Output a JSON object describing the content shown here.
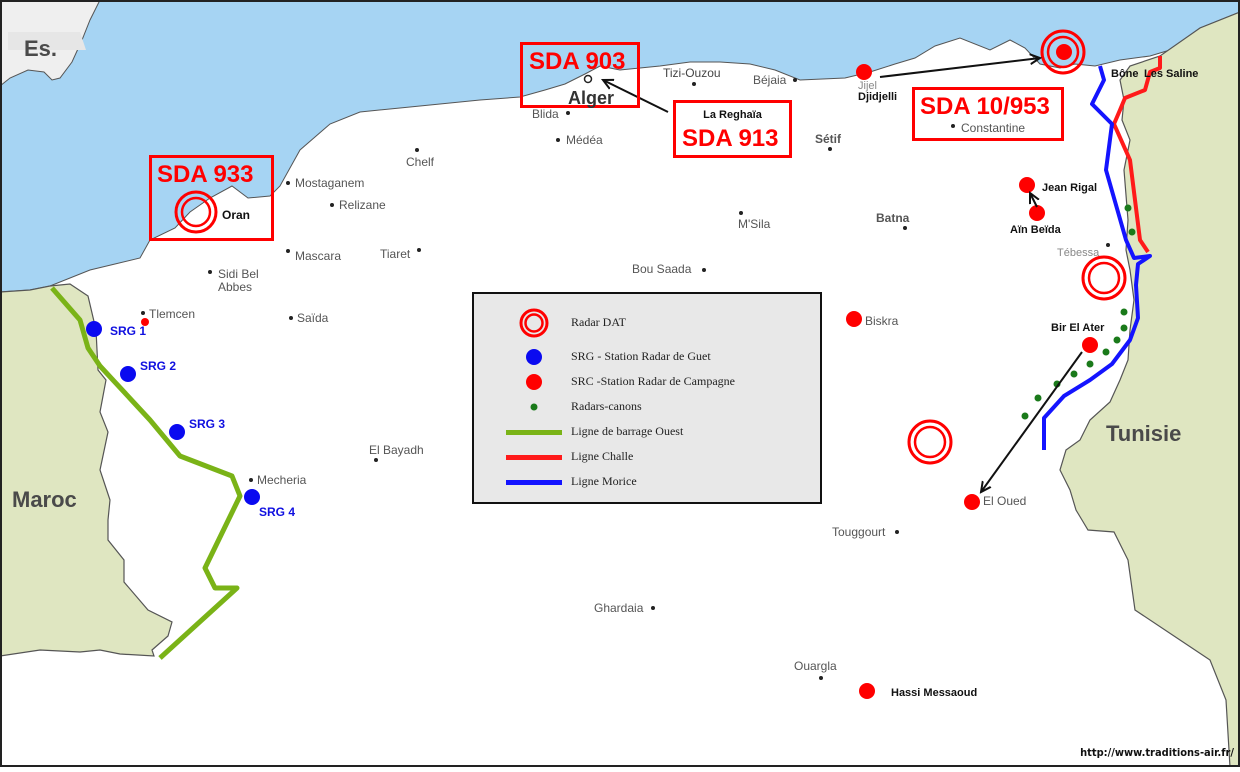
{
  "map": {
    "countries": {
      "spain": "Es.",
      "morocco": "Maroc",
      "tunisia": "Tunisie"
    },
    "colors": {
      "sea": "#a6d4f3",
      "land_algeria": "#ffffff",
      "land_neighbor": "#dfe6c1",
      "radar_red": "#ff0000",
      "srg_blue": "#0a0af0",
      "canon_green": "#1a7a1a",
      "line_ouest": "#7ab317",
      "line_challe": "#ff1a1a",
      "line_morice": "#1414ff"
    },
    "sda_boxes": [
      {
        "id": "sda-933",
        "title": "SDA 933",
        "subtitle": ""
      },
      {
        "id": "sda-903",
        "title": "SDA 903",
        "subtitle": ""
      },
      {
        "id": "sda-913",
        "title": "SDA 913",
        "subtitle": "La Reghaïa"
      },
      {
        "id": "sda-10-953",
        "title": "SDA 10/953",
        "subtitle": "Constantine"
      }
    ],
    "cities": [
      {
        "name": "Alger"
      },
      {
        "name": "Oran"
      },
      {
        "name": "Mostaganem"
      },
      {
        "name": "Relizane"
      },
      {
        "name": "Chelf"
      },
      {
        "name": "Mascara"
      },
      {
        "name": "Tiaret"
      },
      {
        "name": "Sidi Bel Abbes"
      },
      {
        "name": "Saïda"
      },
      {
        "name": "Tlemcen"
      },
      {
        "name": "Mecheria"
      },
      {
        "name": "El Bayadh"
      },
      {
        "name": "Blida"
      },
      {
        "name": "Médéa"
      },
      {
        "name": "Tizi-Ouzou"
      },
      {
        "name": "Béjaia"
      },
      {
        "name": "Jijel"
      },
      {
        "name": "Djidjelli"
      },
      {
        "name": "Sétif"
      },
      {
        "name": "M'Sila"
      },
      {
        "name": "Batna"
      },
      {
        "name": "Bou Saada"
      },
      {
        "name": "Biskra"
      },
      {
        "name": "Jean Rigal"
      },
      {
        "name": "Aïn Beïda"
      },
      {
        "name": "Tébessa"
      },
      {
        "name": "Bône"
      },
      {
        "name": "Les Saline"
      },
      {
        "name": "Bir El Ater"
      },
      {
        "name": "El Oued"
      },
      {
        "name": "Touggourt"
      },
      {
        "name": "Ghardaia"
      },
      {
        "name": "Ouargla"
      },
      {
        "name": "Hassi Messaoud"
      }
    ],
    "srg_stations": [
      "SRG 1",
      "SRG 2",
      "SRG 3",
      "SRG 4"
    ],
    "source_url": "http://www.traditions-air.fr/"
  },
  "legend": {
    "items": [
      {
        "symbol": "radar-dat",
        "label": "Radar DAT"
      },
      {
        "symbol": "srg",
        "label": "SRG - Station Radar de Guet"
      },
      {
        "symbol": "src",
        "label": "SRC -Station Radar de Campagne"
      },
      {
        "symbol": "canon",
        "label": "Radars-canons"
      },
      {
        "symbol": "line-ouest",
        "label": "Ligne de barrage Ouest"
      },
      {
        "symbol": "line-challe",
        "label": "Ligne Challe"
      },
      {
        "symbol": "line-morice",
        "label": "Ligne Morice"
      }
    ]
  }
}
